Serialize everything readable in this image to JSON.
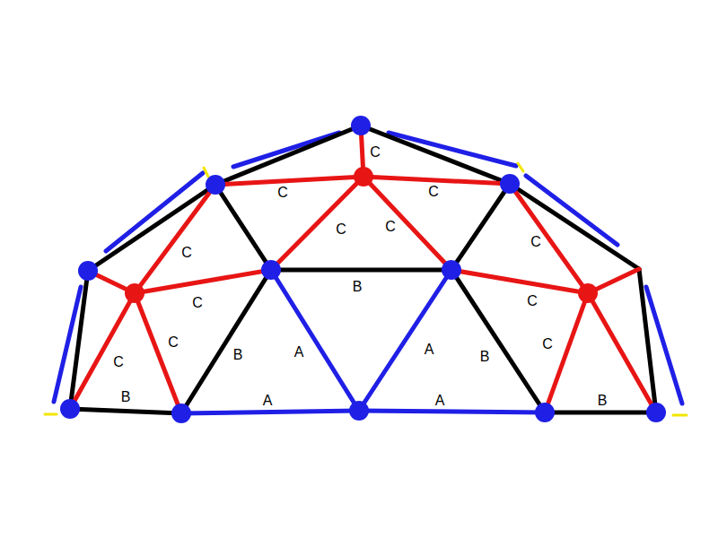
{
  "diagram": {
    "labels": [
      "C",
      "C",
      "C",
      "C",
      "C",
      "C",
      "C",
      "C",
      "B",
      "C",
      "C",
      "B",
      "A",
      "A",
      "B",
      "C",
      "C",
      "B",
      "A",
      "A",
      "B"
    ]
  }
}
